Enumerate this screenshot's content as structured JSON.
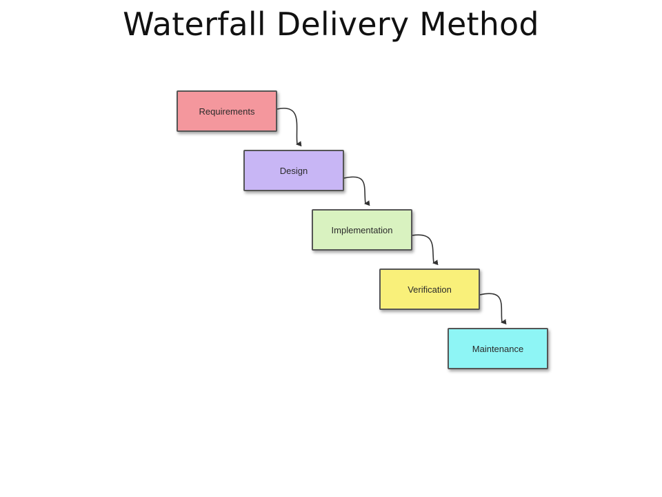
{
  "title": "Waterfall Delivery Method",
  "stages": [
    {
      "label": "Requirements",
      "color": "#f4979d"
    },
    {
      "label": "Design",
      "color": "#c8b6f5"
    },
    {
      "label": "Implementation",
      "color": "#d9f2c0"
    },
    {
      "label": "Verification",
      "color": "#f9f07a"
    },
    {
      "label": "Maintenance",
      "color": "#8ef5f5"
    }
  ],
  "connector_color": "#333333"
}
